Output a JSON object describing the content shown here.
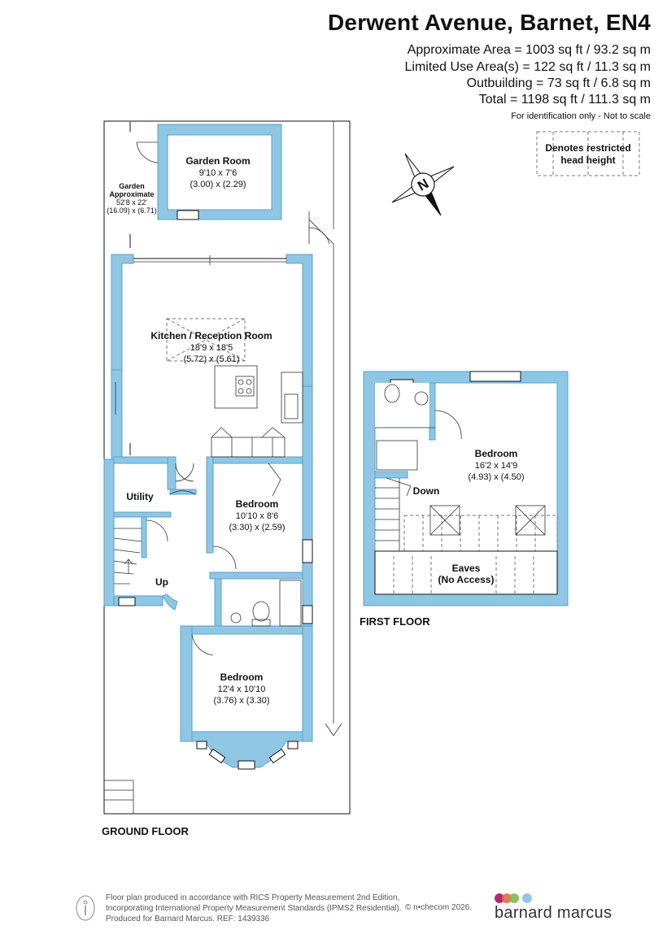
{
  "header": {
    "title": "Derwent Avenue, Barnet, EN4",
    "approx_area": "Approximate Area = 1003 sq ft / 93.2 sq m",
    "limited_use": "Limited Use Area(s) = 122 sq ft / 11.3 sq m",
    "outbuilding": "Outbuilding = 73 sq ft / 6.8 sq m",
    "total": "Total = 1198 sq ft / 111.3 sq m",
    "disclaimer": "For identification only - Not to scale"
  },
  "legend": {
    "restricted_line1": "Denotes restricted",
    "restricted_line2": "head height"
  },
  "compass": {
    "letter": "N"
  },
  "ground_floor": {
    "label": "GROUND FLOOR",
    "garden_room": {
      "name": "Garden Room",
      "dim_imperial": "9'10 x 7'6",
      "dim_metric": "(3.00) x (2.29)"
    },
    "garden": {
      "name": "Garden",
      "name2": "Approximate",
      "dim_imperial": "52'8 x 22'",
      "dim_metric": "(16.09) x (6.71)"
    },
    "kitchen": {
      "name": "Kitchen / Reception Room",
      "dim_imperial": "18'9 x 18'5",
      "dim_metric": "(5.72) x (5.61)"
    },
    "utility": {
      "name": "Utility"
    },
    "bedroom_middle": {
      "name": "Bedroom",
      "dim_imperial": "10'10 x 8'6",
      "dim_metric": "(3.30) x (2.59)"
    },
    "bedroom_front": {
      "name": "Bedroom",
      "dim_imperial": "12'4 x 10'10",
      "dim_metric": "(3.76) x (3.30)"
    },
    "stairs_label": "Up"
  },
  "first_floor": {
    "label": "FIRST FLOOR",
    "bedroom": {
      "name": "Bedroom",
      "dim_imperial": "16'2 x 14'9",
      "dim_metric": "(4.93) x (4.50)"
    },
    "stairs_label": "Down",
    "eaves": {
      "name": "Eaves",
      "note": "(No Access)"
    }
  },
  "footer": {
    "line1": "Floor plan produced in accordance with RICS Property Measurement 2nd Edition,",
    "line2": "Incorporating International Property Measurement Standards (IPMS2 Residential).",
    "line3": "Produced for Barnard Marcus.   REF:  1439336",
    "copyright": "© n•checom 2026.",
    "brand": "barnard marcus"
  },
  "colors": {
    "wall": "#8fc6e4",
    "wall_outline": "#5aa2cc",
    "line": "#111111",
    "dash": "#777777",
    "brand_dots": [
      "#b22a6e",
      "#e26b3f",
      "#79b94e",
      "#8fc6e4"
    ]
  }
}
